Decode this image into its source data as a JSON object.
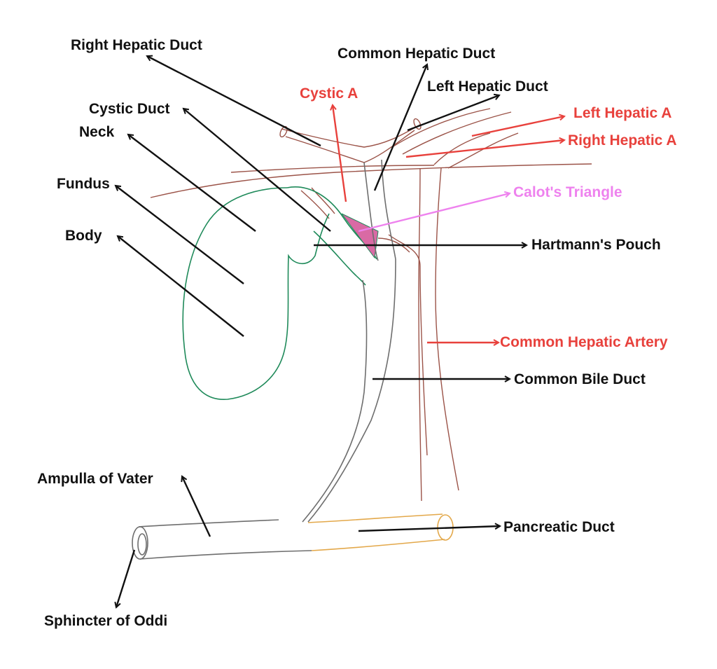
{
  "colors": {
    "ink": "#111111",
    "artery": "#e8413c",
    "vessel": "#9b5348",
    "gallbladder": "#1f8a5a",
    "duct": "#6e6e6e",
    "pancreatic": "#e3a84a",
    "calot_fill": "#d96aa4",
    "calot_label": "#ee82ee"
  },
  "labels": {
    "right_hepatic_duct": "Right Hepatic Duct",
    "common_hepatic_duct": "Common Hepatic Duct",
    "cystic_a": "Cystic A",
    "left_hepatic_duct": "Left Hepatic Duct",
    "cystic_duct": "Cystic Duct",
    "neck": "Neck",
    "left_hepatic_a": "Left Hepatic A",
    "right_hepatic_a": "Right Hepatic A",
    "fundus": "Fundus",
    "calots_triangle": "Calot's Triangle",
    "body": "Body",
    "hartmanns_pouch": "Hartmann's Pouch",
    "common_hepatic_artery": "Common Hepatic Artery",
    "common_bile_duct": "Common Bile Duct",
    "ampulla_of_vater": "Ampulla of Vater",
    "pancreatic_duct": "Pancreatic Duct",
    "sphincter_of_oddi": "Sphincter of Oddi"
  }
}
